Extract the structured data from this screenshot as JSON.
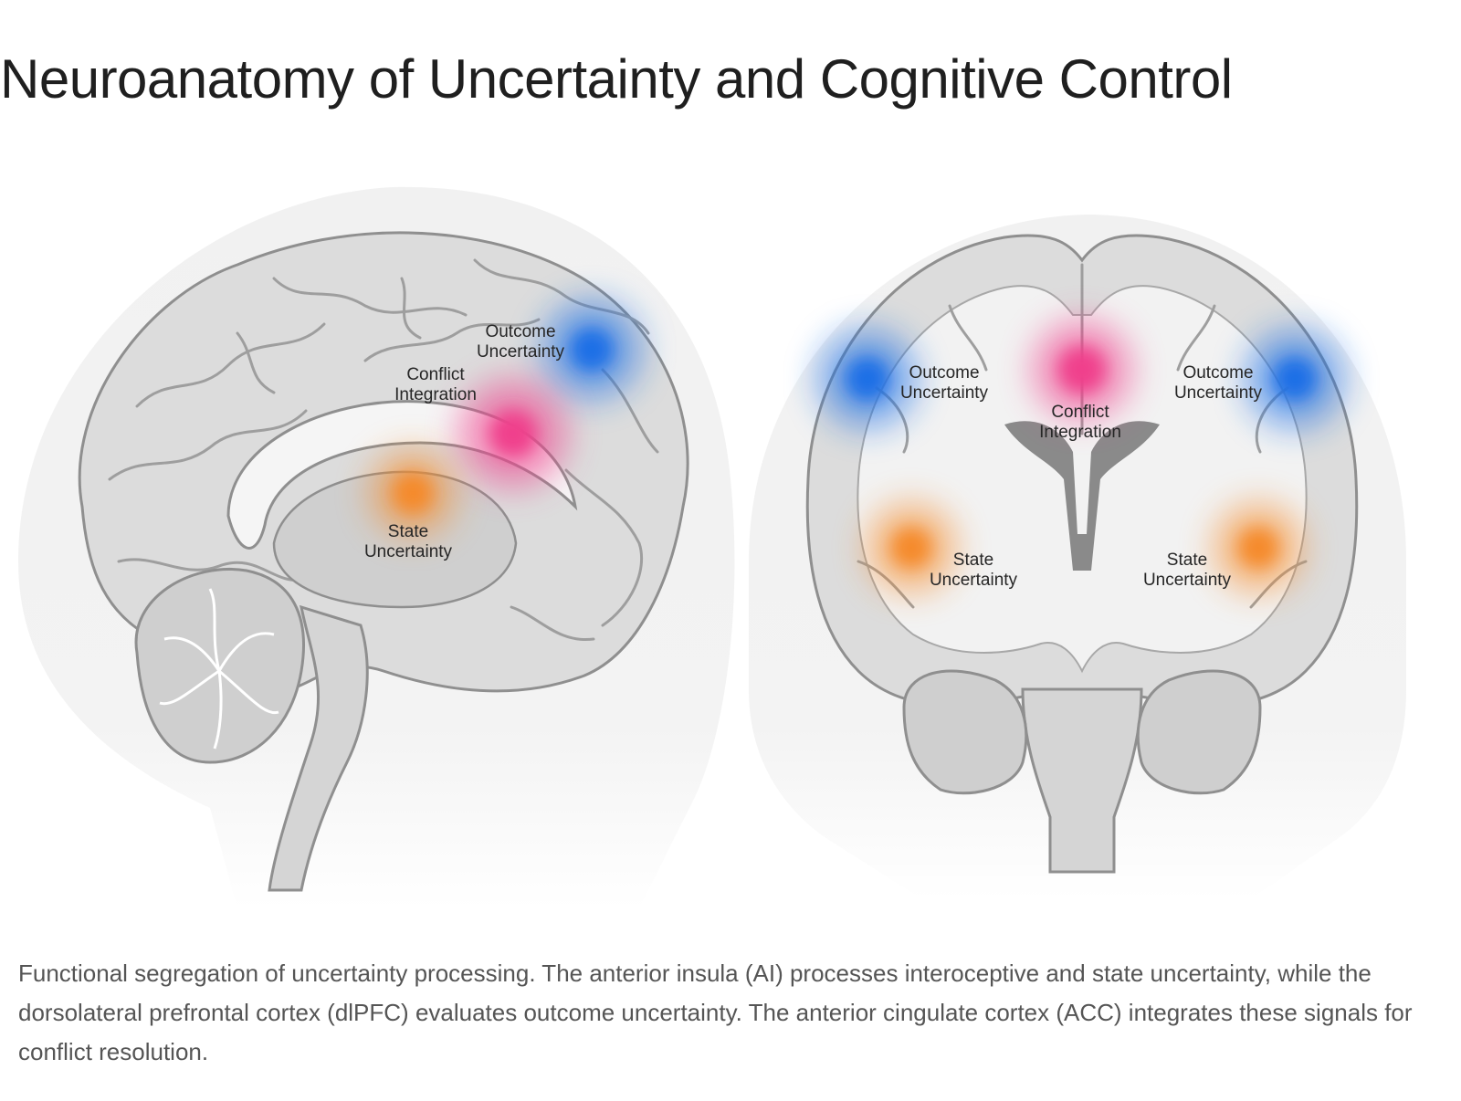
{
  "title": "Neuroanatomy of Uncertainty and Cognitive Control",
  "caption": "Functional segregation of uncertainty processing. The anterior insula (AI) processes interoceptive and state uncertainty, while the dorsolateral prefrontal cortex (dlPFC) evaluates outcome uncertainty. The anterior cingulate cortex (ACC) integrates these signals for conflict resolution.",
  "colors": {
    "outcome": "#1f6fe6",
    "conflict": "#f0408c",
    "state": "#f58a2a"
  },
  "sagittal": {
    "outcome_label": [
      "Outcome",
      "Uncertainty"
    ],
    "conflict_label": [
      "Conflict",
      "Integration"
    ],
    "state_label": [
      "State",
      "Uncertainty"
    ]
  },
  "coronal": {
    "outcome_left_label": [
      "Outcome",
      "Uncertainty"
    ],
    "outcome_right_label": [
      "Outcome",
      "Uncertainty"
    ],
    "conflict_label": [
      "Conflict",
      "Integration"
    ],
    "state_left_label": [
      "State",
      "Uncertainty"
    ],
    "state_right_label": [
      "State",
      "Uncertainty"
    ]
  }
}
